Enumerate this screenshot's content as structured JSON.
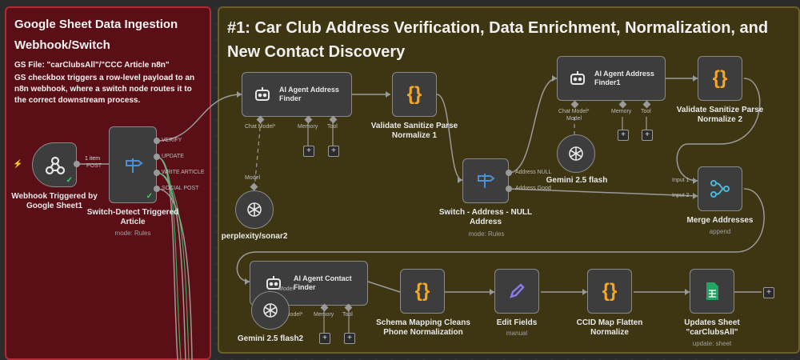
{
  "sticky_red": {
    "title": "Google Sheet Data Ingestion Webhook/Switch",
    "file_line": "GS File: \"carClubsAll\"/\"CCC Article n8n\"",
    "description": "GS checkbox triggers a row-level payload to an n8n webhook, where a switch node routes it to the correct downstream process."
  },
  "sticky_olive": {
    "title": "#1: Car Club Address Verification, Data Enrichment, Normalization, and New Contact Discovery"
  },
  "nodes": {
    "webhook": {
      "label": "Webhook Triggered by Google Sheet1"
    },
    "switch_detect": {
      "label": "Switch-Detect Triggered Article",
      "sub": "mode: Rules",
      "outputs": [
        "VERIFY",
        "UPDATE",
        "WRITE ARTICLE",
        "SOCIAL POST"
      ]
    },
    "agent_address": {
      "title": "AI Agent Address Finder",
      "chat_model": "Chat Model*",
      "memory": "Memory",
      "tool": "Tool"
    },
    "perplexity": {
      "label": "perplexity/sonar2",
      "model_tag": "Model"
    },
    "validate1": {
      "label": "Validate Sanitize Parse Normalize 1"
    },
    "switch_null": {
      "label": "Switch - Address - NULL Address",
      "sub": "mode: Rules",
      "outputs": [
        "Address NULL",
        "Address Good"
      ]
    },
    "agent_address1": {
      "title": "AI Agent Address Finder1",
      "chat_model": "Chat Model*",
      "memory": "Memory",
      "tool": "Tool",
      "model_tag": "Model"
    },
    "gemini1": {
      "label": "Gemini 2.5 flash"
    },
    "validate2": {
      "label": "Validate Sanitize Parse Normalize 2"
    },
    "merge": {
      "label": "Merge Addresses",
      "sub": "append",
      "inputs": [
        "Input 1",
        "Input 2"
      ]
    },
    "agent_contact": {
      "title": "AI Agent Contact Finder",
      "chat_model": "Chat Model*",
      "memory": "Memory",
      "tool": "Tool",
      "model_tag": "Model"
    },
    "gemini2": {
      "label": "Gemini 2.5 flash2"
    },
    "schema": {
      "label": "Schema Mapping Cleans Phone Normalization"
    },
    "edit": {
      "label": "Edit Fields",
      "sub": "manual"
    },
    "ccid": {
      "label": "CCID Map Flatten Normalize"
    },
    "sheet": {
      "label": "Updates Sheet \"carClubsAll\"",
      "sub": "update: sheet"
    }
  },
  "edges": {
    "webhook_badge": "1 item",
    "webhook_port": "POST"
  },
  "colors": {
    "sticky_red_bg": "#5a0f17",
    "sticky_olive_bg": "#3e3613",
    "brace_orange": "#f5a623",
    "switch_blue": "#4a90d9",
    "success_green": "#3ecf6e",
    "sheets_green": "#21a464"
  },
  "icons": {
    "webhook": "webhook-icon",
    "switch": "switch-sign-icon",
    "agent": "robot-icon",
    "code": "curly-braces-icon",
    "openai": "openai-icon",
    "merge": "merge-icon",
    "edit": "pencil-icon",
    "sheets": "google-sheets-icon"
  }
}
